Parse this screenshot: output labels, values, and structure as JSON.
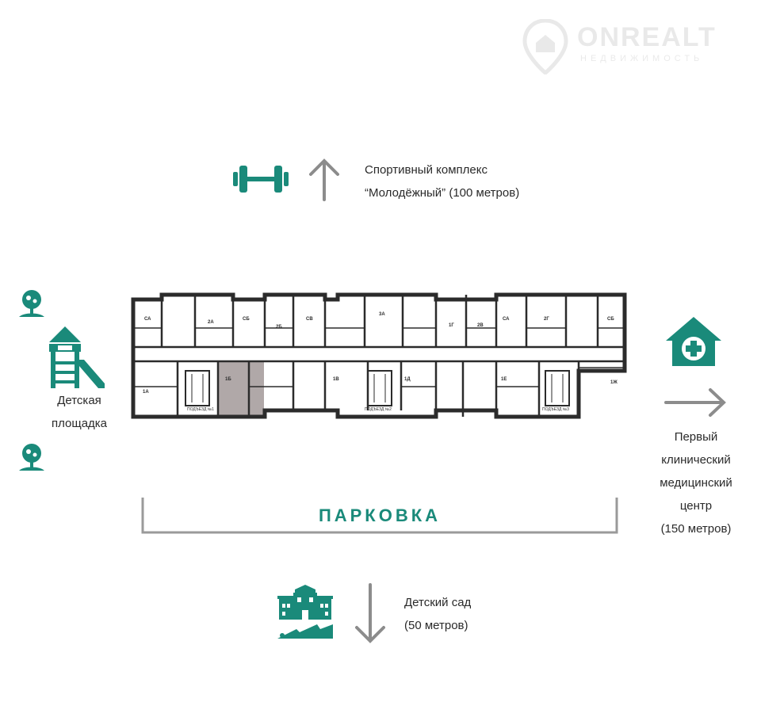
{
  "watermark": {
    "title": "ONREALT",
    "subtitle": "НЕДВИЖИМОСТЬ"
  },
  "sport": {
    "line1": "Спортивный комплекс",
    "line2": "“Молодёжный” (100 метров)"
  },
  "playground": {
    "line1": "Детская",
    "line2": "площадка"
  },
  "clinic": {
    "line1": "Первый",
    "line2": "клинический",
    "line3": "медицинский",
    "line4": "центр",
    "line5": "(150 метров)"
  },
  "kindergarten": {
    "line1": "Детский сад",
    "line2": "(50 метров)"
  },
  "parking": {
    "label": "ПАРКОВКА"
  },
  "floorplan": {
    "apartments": [
      "СА",
      "2А",
      "СБ",
      "2Б",
      "СВ",
      "3А",
      "1Г",
      "2В",
      "СА",
      "2Г",
      "СБ",
      "1А",
      "1Б",
      "1В",
      "1Д",
      "1Е",
      "1Ж"
    ],
    "entrances": [
      "ПОДЪЕЗД №1",
      "ПОДЪЕЗД №2",
      "ПОДЪЕЗД №3"
    ]
  },
  "colors": {
    "accent": "#1a8a7a",
    "arrow": "#8c8c8c",
    "walls": "#2b2b2b",
    "highlight": "#b0a8a8"
  }
}
